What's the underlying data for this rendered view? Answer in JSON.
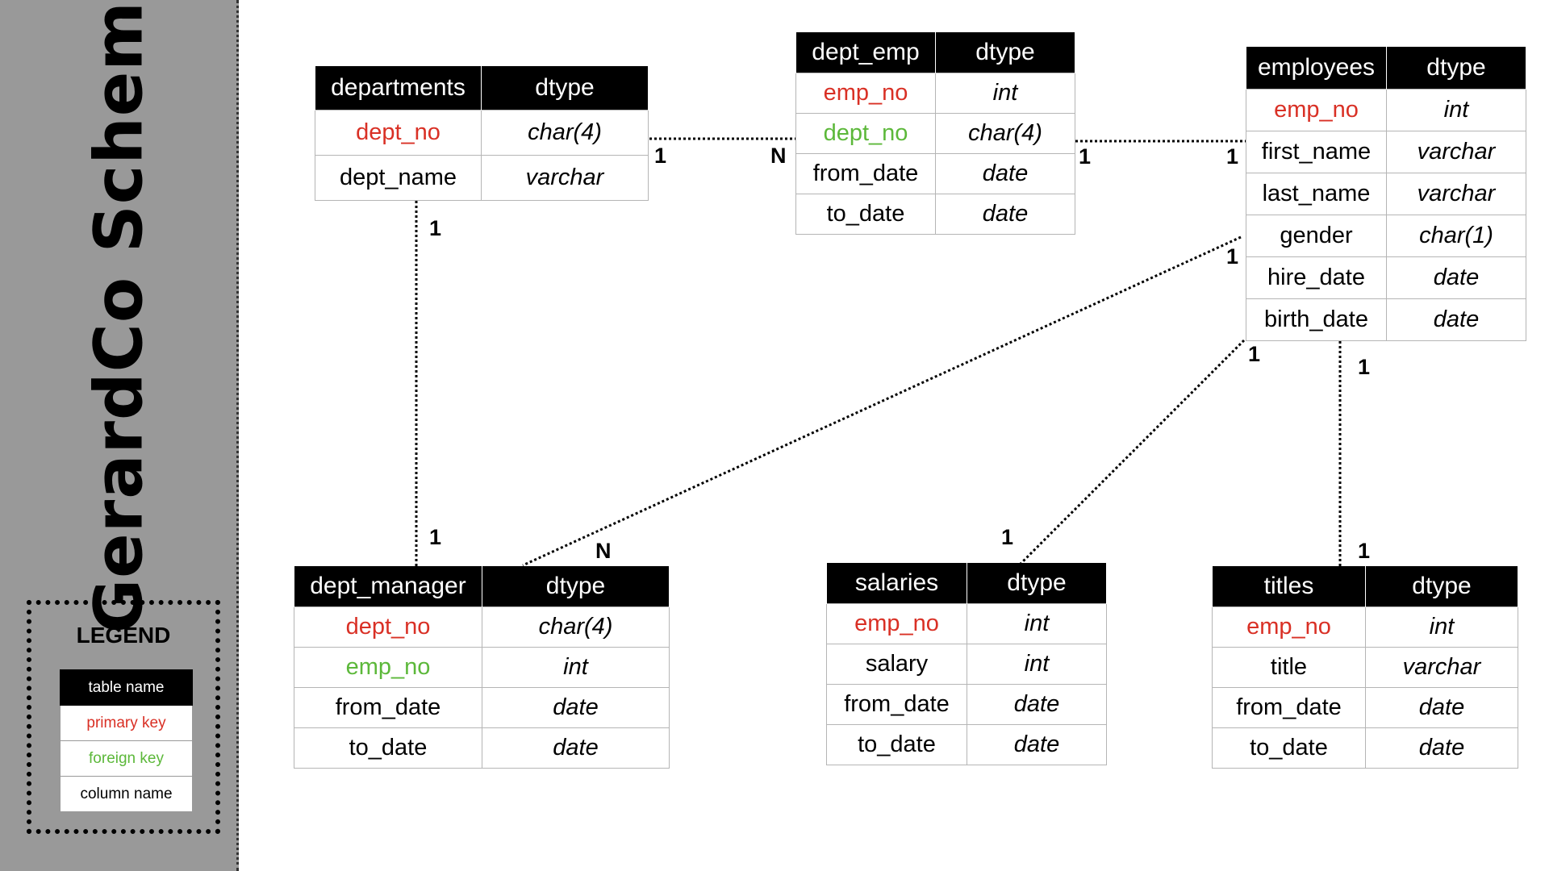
{
  "title": "GerardCo Schema",
  "legend": {
    "title": "LEGEND",
    "items": [
      {
        "label": "table name",
        "kind": "table-name"
      },
      {
        "label": "primary key",
        "kind": "primary-key"
      },
      {
        "label": "foreign key",
        "kind": "foreign-key"
      },
      {
        "label": "column name",
        "kind": "column-name"
      }
    ]
  },
  "colors": {
    "primary_key": "#d93025",
    "foreign_key": "#5cb83a",
    "header_bg": "#000000",
    "sidebar_bg": "#999999"
  },
  "tables": {
    "departments": {
      "name": "departments",
      "type_header": "dtype",
      "columns": [
        {
          "name": "dept_no",
          "type": "char(4)",
          "role": "pk"
        },
        {
          "name": "dept_name",
          "type": "varchar",
          "role": "col"
        }
      ]
    },
    "dept_emp": {
      "name": "dept_emp",
      "type_header": "dtype",
      "columns": [
        {
          "name": "emp_no",
          "type": "int",
          "role": "pk"
        },
        {
          "name": "dept_no",
          "type": "char(4)",
          "role": "fk"
        },
        {
          "name": "from_date",
          "type": "date",
          "role": "col"
        },
        {
          "name": "to_date",
          "type": "date",
          "role": "col"
        }
      ]
    },
    "employees": {
      "name": "employees",
      "type_header": "dtype",
      "columns": [
        {
          "name": "emp_no",
          "type": "int",
          "role": "pk"
        },
        {
          "name": "first_name",
          "type": "varchar",
          "role": "col"
        },
        {
          "name": "last_name",
          "type": "varchar",
          "role": "col"
        },
        {
          "name": "gender",
          "type": "char(1)",
          "role": "col"
        },
        {
          "name": "hire_date",
          "type": "date",
          "role": "col"
        },
        {
          "name": "birth_date",
          "type": "date",
          "role": "col"
        }
      ]
    },
    "dept_manager": {
      "name": "dept_manager",
      "type_header": "dtype",
      "columns": [
        {
          "name": "dept_no",
          "type": "char(4)",
          "role": "pk"
        },
        {
          "name": "emp_no",
          "type": "int",
          "role": "fk"
        },
        {
          "name": "from_date",
          "type": "date",
          "role": "col"
        },
        {
          "name": "to_date",
          "type": "date",
          "role": "col"
        }
      ]
    },
    "salaries": {
      "name": "salaries",
      "type_header": "dtype",
      "columns": [
        {
          "name": "emp_no",
          "type": "int",
          "role": "pk"
        },
        {
          "name": "salary",
          "type": "int",
          "role": "col"
        },
        {
          "name": "from_date",
          "type": "date",
          "role": "col"
        },
        {
          "name": "to_date",
          "type": "date",
          "role": "col"
        }
      ]
    },
    "titles": {
      "name": "titles",
      "type_header": "dtype",
      "columns": [
        {
          "name": "emp_no",
          "type": "int",
          "role": "pk"
        },
        {
          "name": "title",
          "type": "varchar",
          "role": "col"
        },
        {
          "name": "from_date",
          "type": "date",
          "role": "col"
        },
        {
          "name": "to_date",
          "type": "date",
          "role": "col"
        }
      ]
    }
  },
  "relationships": [
    {
      "from": "departments",
      "to": "dept_emp",
      "from_card": "1",
      "to_card": "N"
    },
    {
      "from": "dept_emp",
      "to": "employees",
      "from_card": "1",
      "to_card": "1"
    },
    {
      "from": "departments",
      "to": "dept_manager",
      "from_card": "1",
      "to_card": "1"
    },
    {
      "from": "employees",
      "to": "dept_manager",
      "from_card": "1",
      "to_card": "N"
    },
    {
      "from": "employees",
      "to": "salaries",
      "from_card": "1",
      "to_card": "1"
    },
    {
      "from": "employees",
      "to": "titles",
      "from_card": "1",
      "to_card": "1"
    }
  ]
}
